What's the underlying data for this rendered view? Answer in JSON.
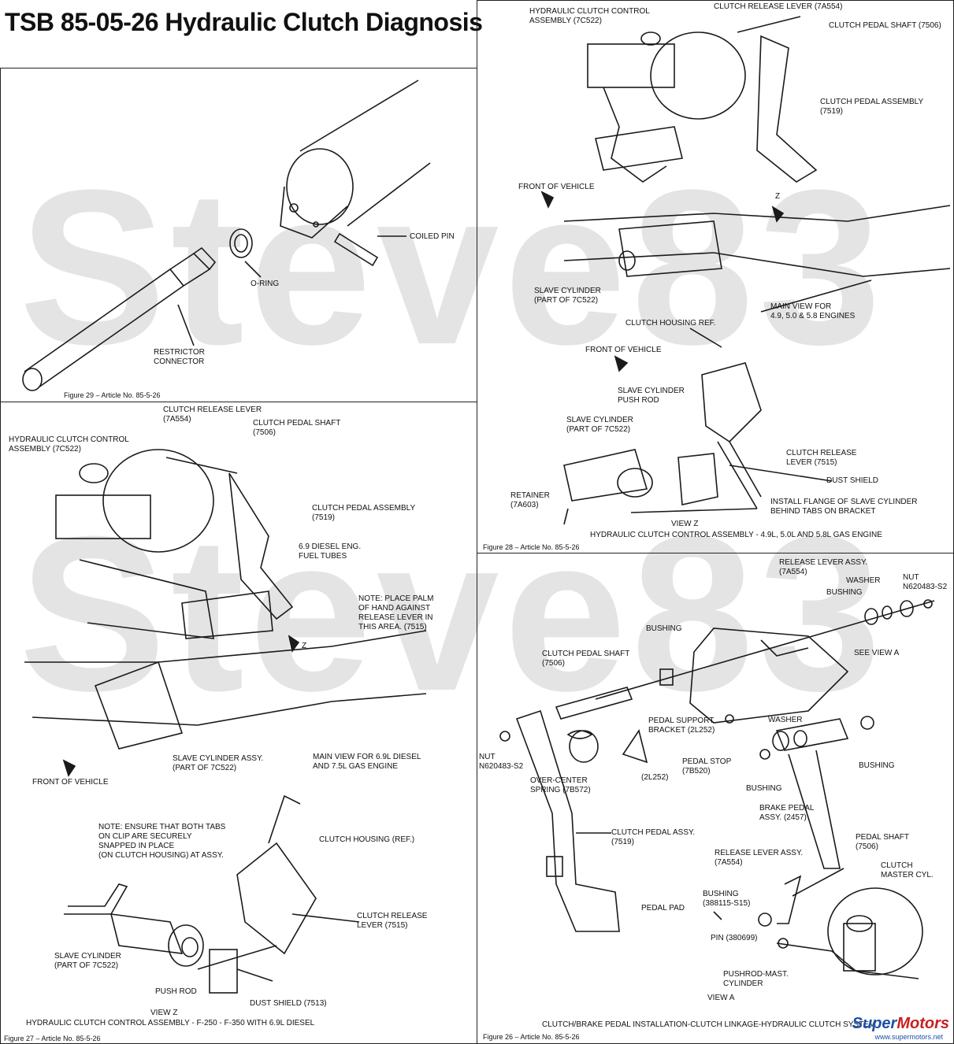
{
  "title": "TSB 85-05-26 Hydraulic Clutch Diagnosis",
  "watermark": "Steve83",
  "fig29": {
    "caption": "Figure 29 – Article No. 85-5-26",
    "labels": {
      "coiled_pin": "COILED PIN",
      "o_ring": "O-RING",
      "restrictor": "RESTRICTOR\nCONNECTOR"
    }
  },
  "fig28": {
    "caption": "Figure 28 – Article No. 85-5-26",
    "labels": {
      "control_assy": "HYDRAULIC CLUTCH CONTROL\nASSEMBLY (7C522)",
      "release_lever": "CLUTCH RELEASE LEVER (7A554)",
      "pedal_shaft": "CLUTCH PEDAL SHAFT (7506)",
      "pedal_assy": "CLUTCH PEDAL ASSEMBLY\n(7519)",
      "front_1": "FRONT OF VEHICLE",
      "z": "Z",
      "slave_cyl": "SLAVE CYLINDER\n(PART OF 7C522)",
      "main_view": "MAIN VIEW FOR\n4.9, 5.0 & 5.8 ENGINES",
      "housing_ref": "CLUTCH HOUSING REF.",
      "front_2": "FRONT OF VEHICLE",
      "push_rod": "SLAVE CYLINDER\nPUSH ROD",
      "slave_cyl_2": "SLAVE CYLINDER\n(PART OF 7C522)",
      "retainer": "RETAINER\n(7A603)",
      "release_lever_2": "CLUTCH RELEASE\nLEVER (7515)",
      "dust_shield": "DUST SHIELD",
      "install_flange": "INSTALL FLANGE OF SLAVE CYLINDER\nBEHIND TABS ON BRACKET",
      "view_z": "VIEW Z",
      "assy_title": "HYDRAULIC CLUTCH CONTROL ASSEMBLY - 4.9L, 5.0L AND 5.8L GAS ENGINE"
    }
  },
  "fig27": {
    "caption": "Figure 27 – Article No. 85-5-26",
    "labels": {
      "release_lever": "CLUTCH RELEASE LEVER\n(7A554)",
      "control_assy": "HYDRAULIC CLUTCH CONTROL\nASSEMBLY (7C522)",
      "pedal_shaft": "CLUTCH PEDAL SHAFT\n(7506)",
      "pedal_assy": "CLUTCH PEDAL ASSEMBLY\n(7519)",
      "fuel_tubes": "6.9 DIESEL ENG.\nFUEL TUBES",
      "note_palm": "NOTE: PLACE PALM\nOF HAND AGAINST\nRELEASE LEVER IN\nTHIS AREA. (7515)",
      "z": "Z",
      "slave_assy": "SLAVE CYLINDER ASSY.\n(PART OF 7C522)",
      "main_view": "MAIN VIEW FOR 6.9L DIESEL\nAND 7.5L GAS ENGINE",
      "front": "FRONT OF VEHICLE",
      "note_tabs": "NOTE: ENSURE THAT BOTH TABS\nON CLIP ARE SECURELY\nSNAPPED IN PLACE\n(ON CLUTCH HOUSING) AT ASSY.",
      "housing": "CLUTCH HOUSING (REF.)",
      "release_lever_2": "CLUTCH RELEASE\nLEVER (7515)",
      "slave_cyl": "SLAVE CYLINDER\n(PART OF 7C522)",
      "push_rod": "PUSH ROD",
      "dust_shield": "DUST SHIELD (7513)",
      "view_z": "VIEW Z",
      "assy_title": "HYDRAULIC CLUTCH CONTROL ASSEMBLY - F-250 - F-350 WITH 6.9L DIESEL"
    }
  },
  "fig26": {
    "caption": "Figure 26 – Article No. 85-5-26",
    "labels": {
      "release_lever_assy": "RELEASE LEVER ASSY.\n(7A554)",
      "nut_1": "NUT\nN620483-S2",
      "washer_1": "WASHER",
      "bushing_1": "BUSHING",
      "bushing_2": "BUSHING",
      "see_view_a": "SEE VIEW A",
      "pedal_shaft": "CLUTCH PEDAL SHAFT\n(7506)",
      "support_bracket": "PEDAL SUPPORT\nBRACKET (2L252)",
      "washer_2": "WASHER",
      "nut_2": "NUT\nN620483-S2",
      "over_center": "OVER-CENTER\nSPRING (7B572)",
      "part_2l252": "(2L252)",
      "pedal_stop": "PEDAL STOP\n(7B520)",
      "bushing_3": "BUSHING",
      "bushing_4": "BUSHING",
      "brake_pedal": "BRAKE PEDAL\nASSY. (2457)",
      "pedal_assy": "CLUTCH PEDAL ASSY.\n(7519)",
      "pedal_shaft_2": "PEDAL SHAFT\n(7506)",
      "release_lever_2": "RELEASE LEVER ASSY.\n(7A554)",
      "master_cyl": "CLUTCH\nMASTER CYL.",
      "bushing_5": "BUSHING\n(388115-S15)",
      "pedal_pad": "PEDAL PAD",
      "pin": "PIN (380699)",
      "pushrod": "PUSHROD-MAST.\nCYLINDER",
      "view_a": "VIEW A",
      "assy_title": "CLUTCH/BRAKE PEDAL INSTALLATION-CLUTCH LINKAGE-HYDRAULIC CLUTCH SYSTEM"
    }
  },
  "logo": {
    "brand_a": "Super",
    "brand_b": "Motors",
    "url": "www.supermotors.net"
  }
}
